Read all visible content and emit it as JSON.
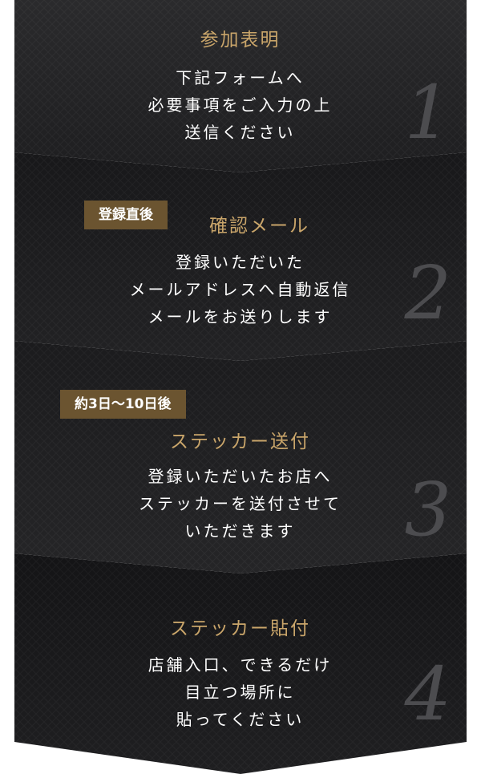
{
  "steps": [
    {
      "badge": "",
      "title": "参加表明",
      "lines": [
        "下記フォームへ",
        "必要事項をご入力の上",
        "送信ください"
      ],
      "number": "1"
    },
    {
      "badge": "登録直後",
      "title": "確認メール",
      "lines": [
        "登録いただいた",
        "メールアドレスへ自動返信",
        "メールをお送りします"
      ],
      "number": "2"
    },
    {
      "badge": "約3日〜10日後",
      "title": "ステッカー送付",
      "lines": [
        "登録いただいたお店へ",
        "ステッカーを送付させて",
        "いただきます"
      ],
      "number": "3"
    },
    {
      "badge": "",
      "title": "ステッカー貼付",
      "lines": [
        "店舗入口、できるだけ",
        "目立つ場所に",
        "貼ってください"
      ],
      "number": "4"
    }
  ],
  "colors": {
    "accent_gold": "#c9a56a",
    "badge_brown": "#6b5430",
    "panel_dark": "#1d1d1f",
    "step_number": "#4c4c4f",
    "text": "#ffffff"
  }
}
